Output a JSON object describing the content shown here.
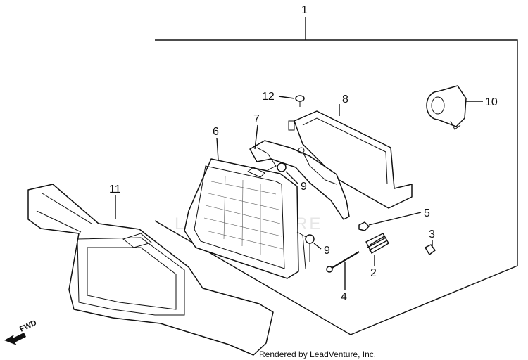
{
  "watermark": "LEADVENTURE",
  "credit": "Rendered by LeadVenture, Inc.",
  "direction_label": "FWD",
  "callouts": [
    "1",
    "2",
    "3",
    "4",
    "5",
    "6",
    "7",
    "8",
    "9",
    "9",
    "10",
    "11",
    "12"
  ]
}
